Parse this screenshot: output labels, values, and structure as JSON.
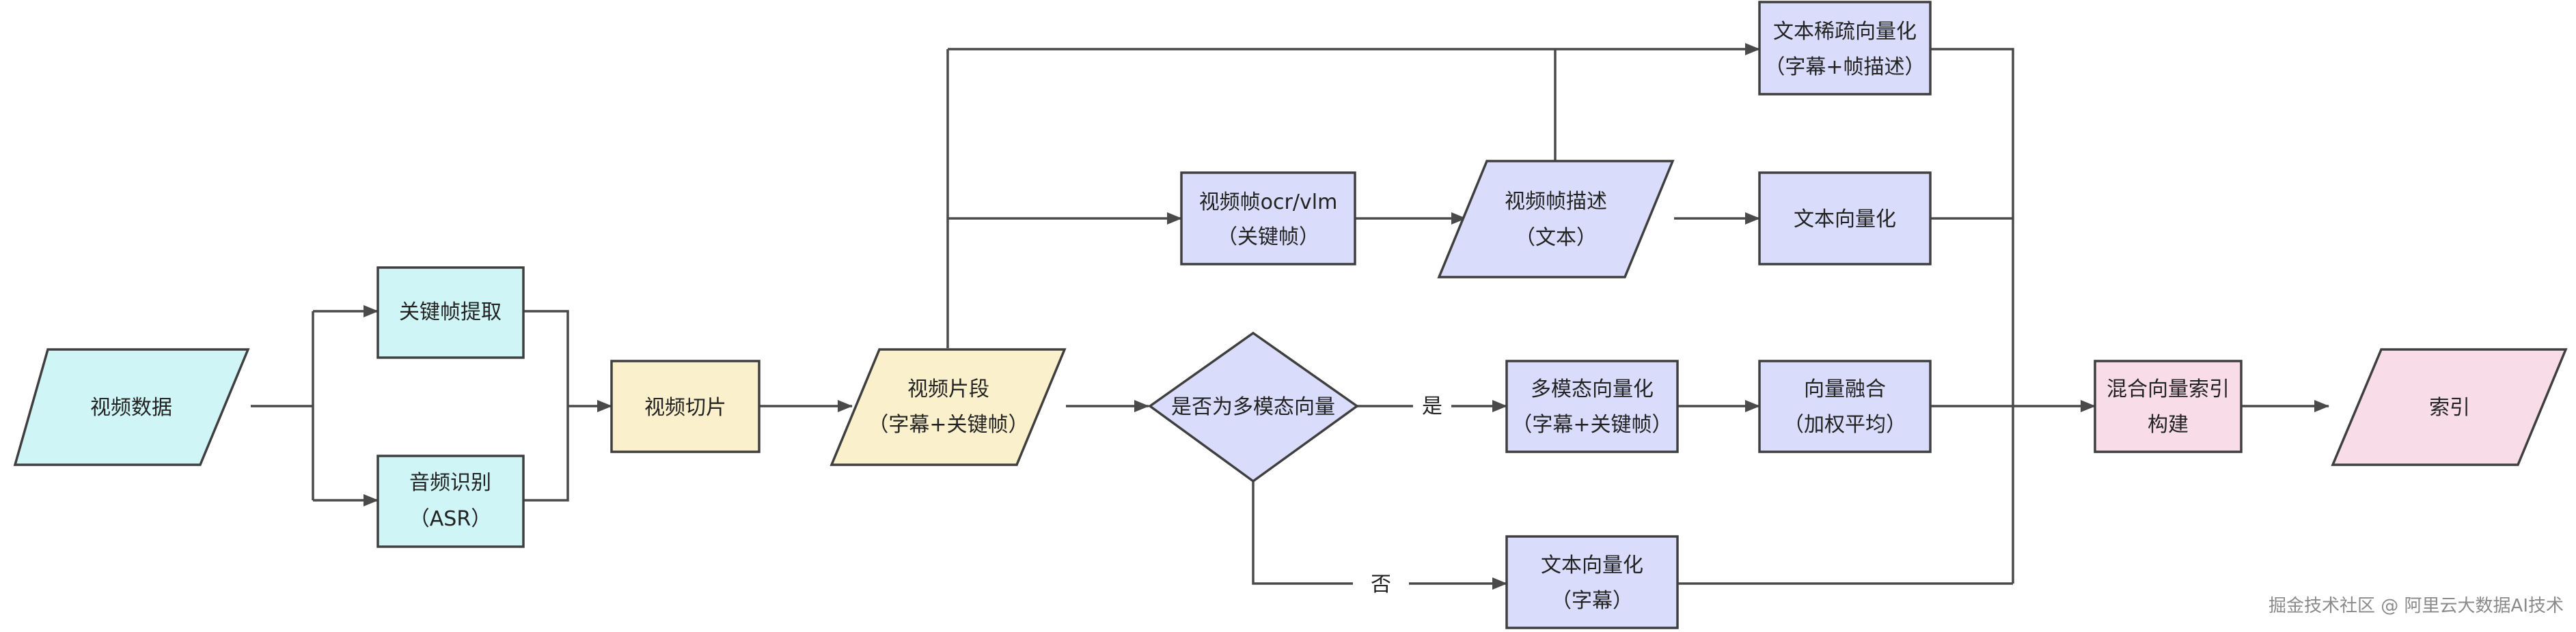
{
  "colors": {
    "cyan": "#cff5f6",
    "yellow": "#fbf0cc",
    "lavender": "#d9dcfb",
    "pink": "#f8dde9",
    "stroke": "#3f3f3f",
    "edge": "#4a4a4a"
  },
  "nodes": {
    "video_data": {
      "line1": "视频数据"
    },
    "keyframe_extract": {
      "line1": "关键帧提取"
    },
    "audio_asr": {
      "line1": "音频识别",
      "line2": "（ASR）"
    },
    "video_slice": {
      "line1": "视频切片"
    },
    "video_segment": {
      "line1": "视频片段",
      "line2": "（字幕+关键帧）"
    },
    "is_multimodal": {
      "line1": "是否为多模态向量"
    },
    "frame_ocr_vlm": {
      "line1": "视频帧ocr/vlm",
      "line2": "（关键帧）"
    },
    "frame_desc": {
      "line1": "视频帧描述",
      "line2": "（文本）"
    },
    "text_sparse_vec": {
      "line1": "文本稀疏向量化",
      "line2": "（字幕+帧描述）"
    },
    "text_vec": {
      "line1": "文本向量化"
    },
    "multimodal_vec": {
      "line1": "多模态向量化",
      "line2": "（字幕+关键帧）"
    },
    "vector_fusion": {
      "line1": "向量融合",
      "line2": "（加权平均）"
    },
    "text_vec_subtitle": {
      "line1": "文本向量化",
      "line2": "（字幕）"
    },
    "hybrid_index": {
      "line1": "混合向量索引",
      "line2": "构建"
    },
    "index": {
      "line1": "索引"
    }
  },
  "edge_labels": {
    "yes": "是",
    "no": "否"
  },
  "watermark": "掘金技术社区 @ 阿里云大数据AI技术"
}
